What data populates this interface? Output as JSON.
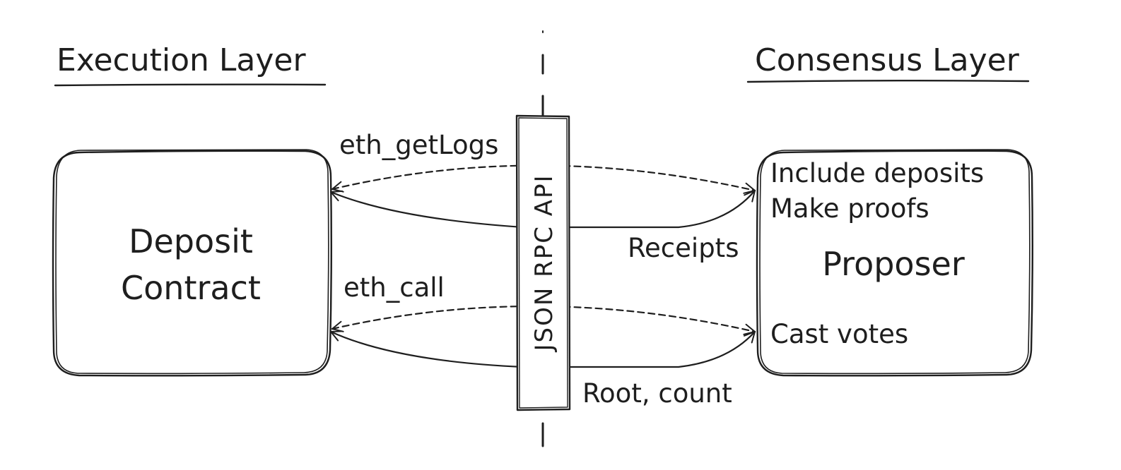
{
  "layers": {
    "left_title": "Execution Layer",
    "right_title": "Consensus Layer"
  },
  "left_box": {
    "line1": "Deposit",
    "line2": "Contract"
  },
  "right_box": {
    "title": "Proposer",
    "notes": [
      "Include deposits",
      "Make proofs",
      "Cast votes"
    ]
  },
  "api_bar": {
    "label": "JSON RPC API"
  },
  "edges": {
    "top_request": "eth_getLogs",
    "top_response": "Receipts",
    "bottom_request": "eth_call",
    "bottom_response": "Root, count"
  },
  "colors": {
    "ink": "#1e1e1e",
    "background": "#ffffff"
  }
}
